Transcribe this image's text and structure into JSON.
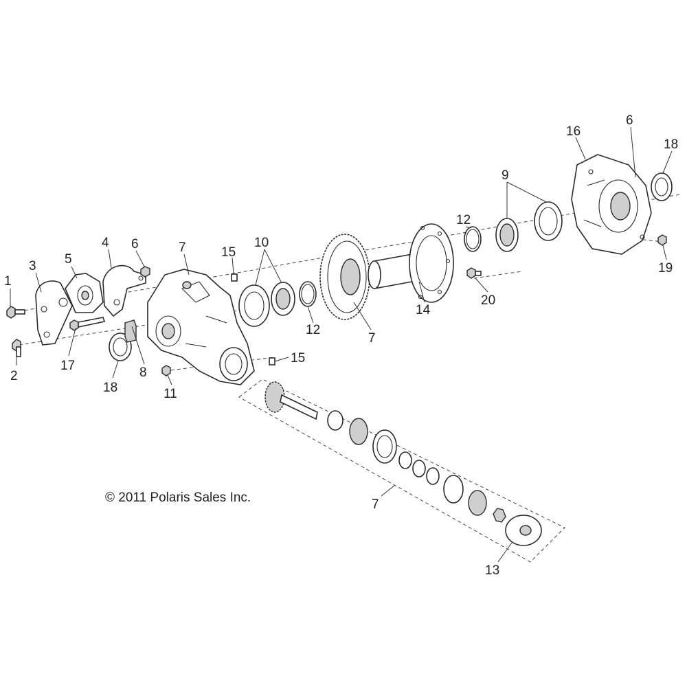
{
  "copyright": "© 2011 Polaris Sales Inc.",
  "callouts": {
    "c1": "1",
    "c2": "2",
    "c3": "3",
    "c4": "4",
    "c5": "5",
    "c6a": "6",
    "c6b": "6",
    "c7a": "7",
    "c7b": "7",
    "c7c": "7",
    "c8": "8",
    "c9": "9",
    "c10": "10",
    "c11": "11",
    "c12a": "12",
    "c12b": "12",
    "c13": "13",
    "c14": "14",
    "c15a": "15",
    "c15b": "15",
    "c16": "16",
    "c17": "17",
    "c18a": "18",
    "c18b": "18",
    "c19": "19",
    "c20": "20"
  },
  "colors": {
    "line": "#2a2a2a",
    "background": "#ffffff"
  }
}
